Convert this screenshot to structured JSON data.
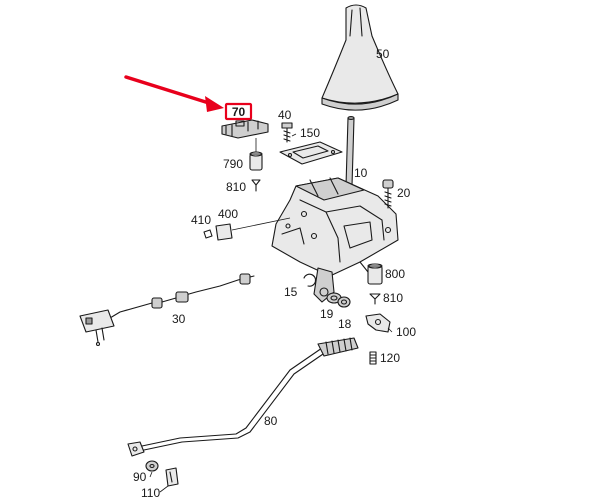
{
  "diagram": {
    "highlight_label": "70",
    "highlight_color": "#e8001c",
    "arrow_color": "#e8001c",
    "part_labels": {
      "p50": "50",
      "p40": "40",
      "p150": "150",
      "p790": "790",
      "p810a": "810",
      "p10": "10",
      "p20": "20",
      "p410": "410",
      "p400": "400",
      "p800": "800",
      "p810b": "810",
      "p15": "15",
      "p19": "19",
      "p18": "18",
      "p100": "100",
      "p30": "30",
      "p120": "120",
      "p80": "80",
      "p90": "90",
      "p110": "110"
    }
  }
}
